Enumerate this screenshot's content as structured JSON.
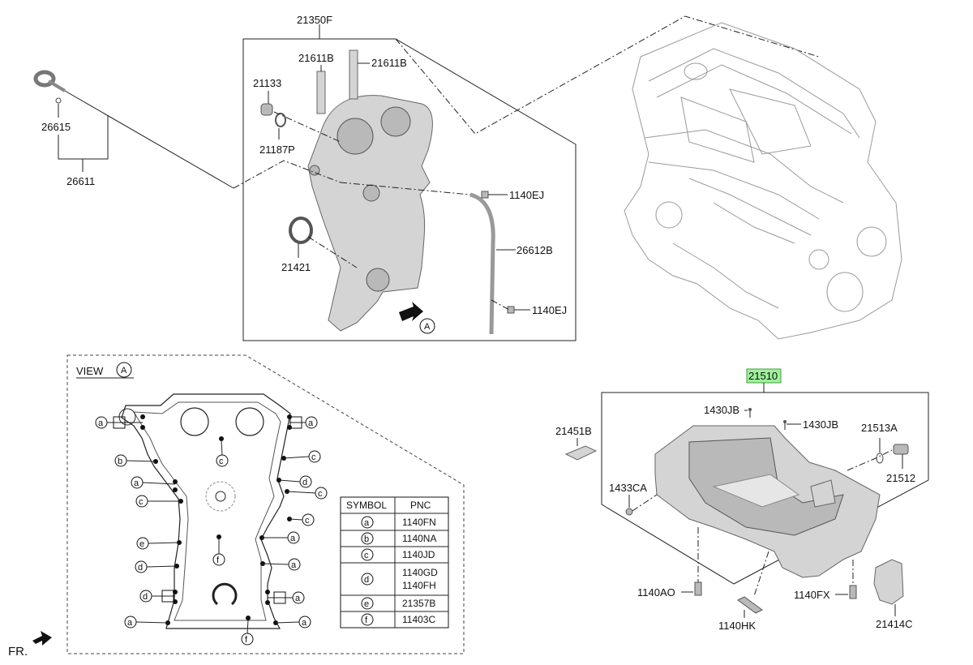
{
  "labels": {
    "p21350F": "21350F",
    "p21611B_1": "21611B",
    "p21611B_2": "21611B",
    "p21133": "21133",
    "p21187P": "21187P",
    "p26615": "26615",
    "p26611": "26611",
    "p1140EJ_1": "1140EJ",
    "p26612B": "26612B",
    "p21421": "21421",
    "p1140EJ_2": "1140EJ",
    "viewA": "A",
    "p21510": "21510",
    "p1430JB_1": "1430JB",
    "p1430JB_2": "1430JB",
    "p21451B": "21451B",
    "p21513A": "21513A",
    "p21512": "21512",
    "p1433CA": "1433CA",
    "p1140AO": "1140AO",
    "p1140HK": "1140HK",
    "p1140FX": "1140FX",
    "p21414C": "21414C"
  },
  "view": {
    "title": "VIEW",
    "circle": "A",
    "fr": "FR."
  },
  "symbol_table": {
    "headers": [
      "SYMBOL",
      "PNC"
    ],
    "rows": [
      {
        "symbol": "a",
        "pnc": "1140FN"
      },
      {
        "symbol": "b",
        "pnc": "1140NA"
      },
      {
        "symbol": "c",
        "pnc": "1140JD"
      },
      {
        "symbol": "d",
        "pnc": "1140GD\n1140FH"
      },
      {
        "symbol": "e",
        "pnc": "21357B"
      },
      {
        "symbol": "f",
        "pnc": "11403C"
      }
    ]
  },
  "highlight_color": "#9ef09b"
}
